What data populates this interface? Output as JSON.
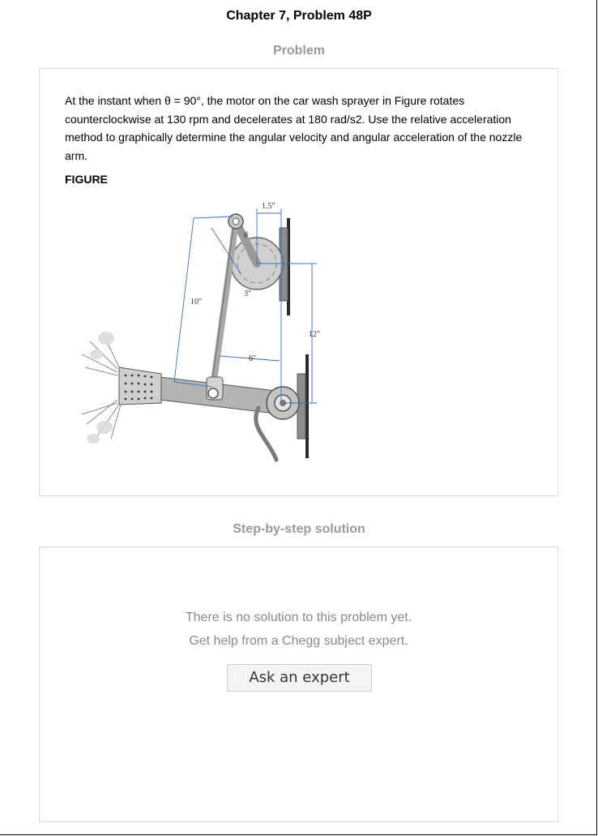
{
  "header": {
    "title": "Chapter 7, Problem 48P"
  },
  "problem": {
    "section_label": "Problem",
    "text": "At the instant when θ = 90°, the motor on the car wash sprayer in Figure rotates counterclockwise at 130 rpm and decelerates at 180 rad/s2. Use the relative acceleration method to graphically determine the angular velocity and angular acceleration of the nozzle arm.",
    "figure_label": "FIGURE",
    "figure": {
      "dim_top": "1.5\"",
      "dim_theta": "θ",
      "dim_crank": "3\"",
      "dim_left": "10\"",
      "dim_right": "12\"",
      "dim_mid": "6\""
    }
  },
  "solution": {
    "section_label": "Step-by-step solution",
    "message_line1": "There is no solution to this problem yet.",
    "message_line2": "Get help from a Chegg subject expert.",
    "button_label": "Ask an expert"
  }
}
